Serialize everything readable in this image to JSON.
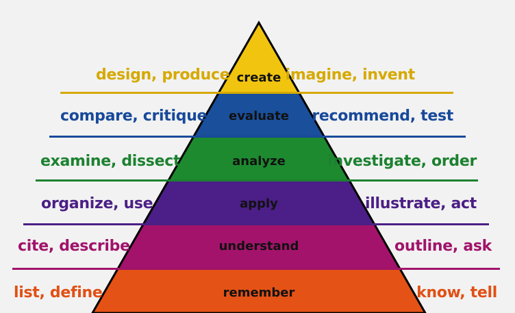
{
  "levels": [
    {
      "name": "create",
      "left": "design, produce",
      "right": "imagine, invent",
      "color": "#f1c40f",
      "text_color": "#d6a900"
    },
    {
      "name": "evaluate",
      "left": "compare, critique",
      "right": "recommend, test",
      "color": "#1a4f9c",
      "text_color": "#17499a"
    },
    {
      "name": "analyze",
      "left": "examine, dissect",
      "right": "investigate, order",
      "color": "#1d8a2f",
      "text_color": "#1c8130"
    },
    {
      "name": "apply",
      "left": "organize, use",
      "right": "illustrate, act",
      "color": "#4b1f87",
      "text_color": "#4b1f85"
    },
    {
      "name": "understand",
      "left": "cite, describe",
      "right": "outline, ask",
      "color": "#a4136b",
      "text_color": "#a0136a"
    },
    {
      "name": "remember",
      "left": "list, define",
      "right": "know, tell",
      "color": "#e45216",
      "text_color": "#e15014"
    }
  ]
}
